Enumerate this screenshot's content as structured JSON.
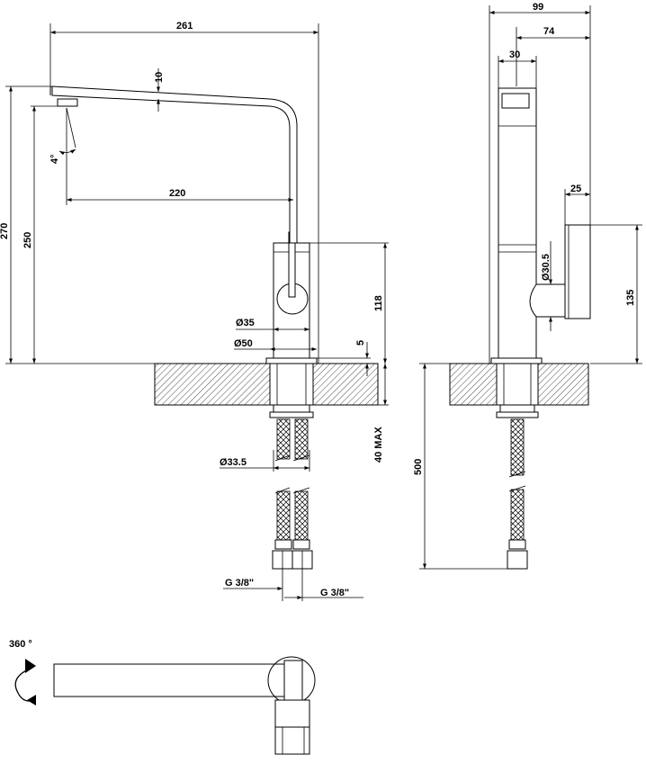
{
  "dimensions": {
    "d261": "261",
    "d10": "10",
    "d220": "220",
    "d270": "270",
    "d250": "250",
    "d4deg": "4°",
    "d35": "Ø35",
    "d50": "Ø50",
    "d118": "118",
    "d5": "5",
    "d40max": "40 MAX",
    "d33_5": "Ø33.5",
    "g_left": "G 3/8\"",
    "g_right": "G 3/8\"",
    "d99": "99",
    "d74": "74",
    "d30": "30",
    "d25": "25",
    "d30_5": "Ø30.5",
    "d135": "135",
    "d500": "500",
    "d360": "360 °"
  }
}
